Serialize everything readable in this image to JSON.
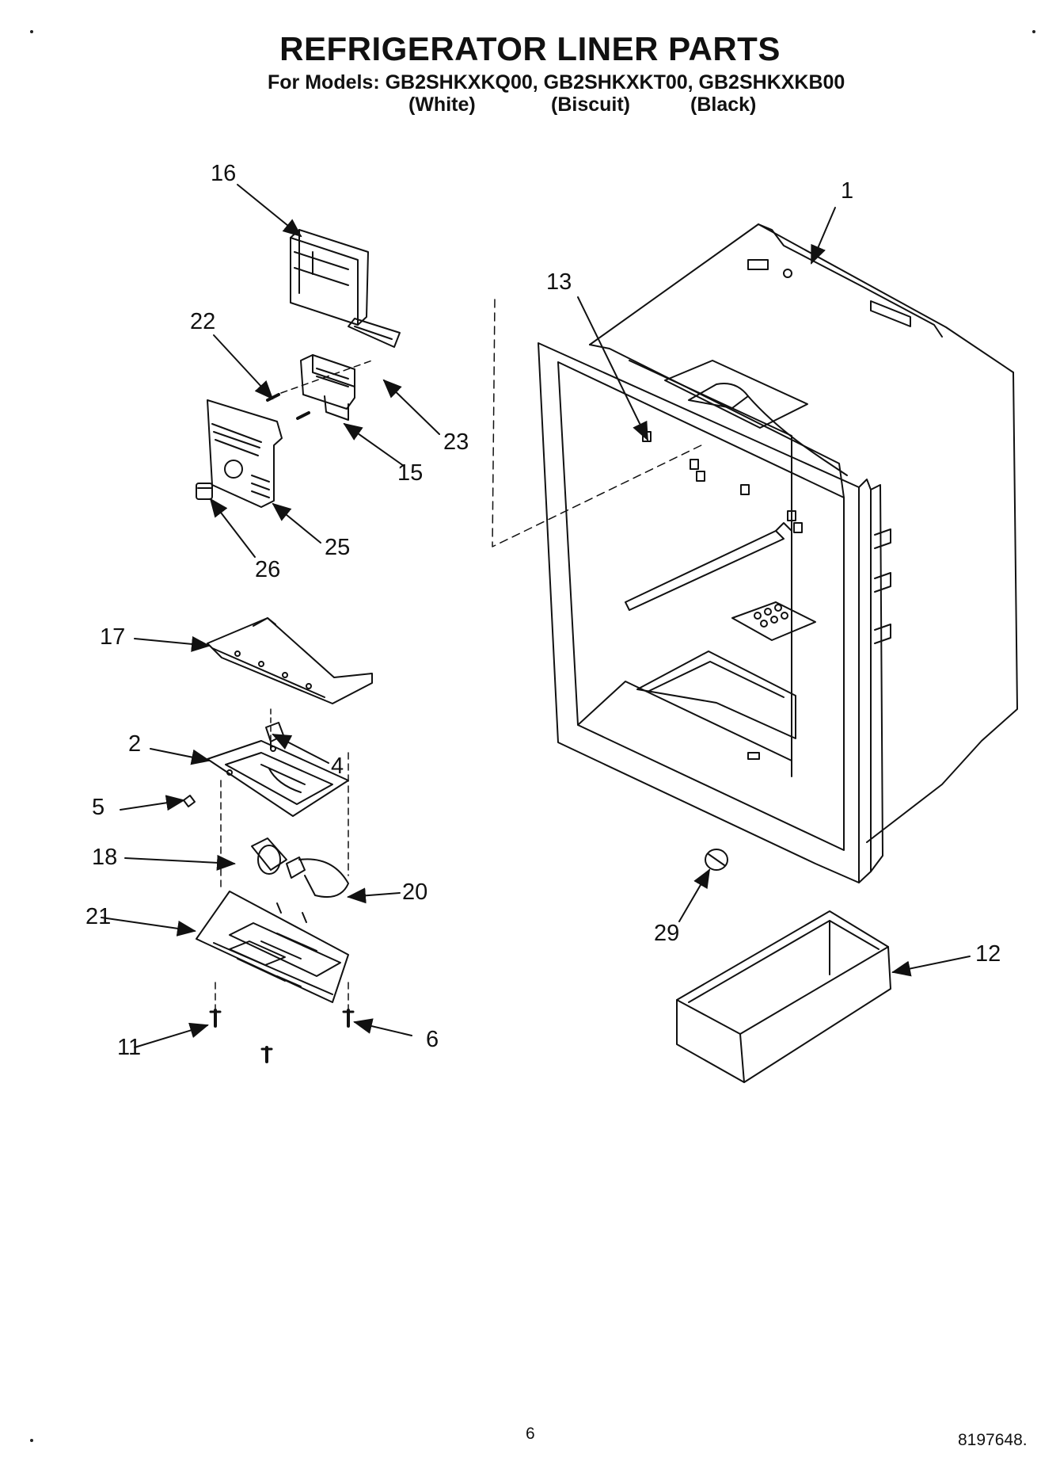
{
  "header": {
    "title": "REFRIGERATOR LINER PARTS",
    "models_line": "For Models: GB2SHKXKQ00, GB2SHKXKT00, GB2SHKXKB00",
    "variant_white": "(White)",
    "variant_biscuit": "(Biscuit)",
    "variant_black": "(Black)"
  },
  "callouts": {
    "c1": "1",
    "c2": "2",
    "c4": "4",
    "c5": "5",
    "c6": "6",
    "c11": "11",
    "c12": "12",
    "c13": "13",
    "c15": "15",
    "c16": "16",
    "c17": "17",
    "c18": "18",
    "c20": "20",
    "c21": "21",
    "c22": "22",
    "c23": "23",
    "c25": "25",
    "c26": "26",
    "c29": "29"
  },
  "footer": {
    "page_number": "6",
    "doc_number": "8197648."
  }
}
